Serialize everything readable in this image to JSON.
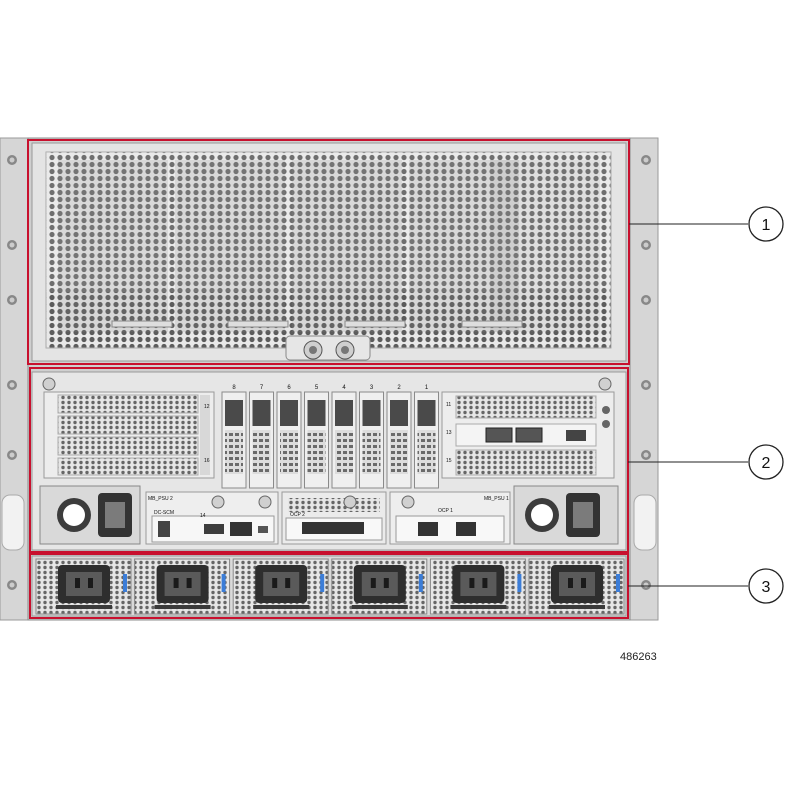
{
  "figure_id": "486263",
  "colors": {
    "callout_box": "#c8102e",
    "chassis": "#d4d4d4",
    "grille": "#6d6d6d",
    "panel": "#ececec"
  },
  "callouts": [
    {
      "label": "1",
      "target": "top-fan-grille"
    },
    {
      "label": "2",
      "target": "rear-io-module"
    },
    {
      "label": "3",
      "target": "psu-bay"
    }
  ],
  "slots": {
    "gpu_slot_labels": [
      "8",
      "7",
      "6",
      "5",
      "4",
      "3",
      "2",
      "1"
    ],
    "left_riser_labels": [
      "12",
      "16"
    ],
    "right_riser_labels": [
      "11",
      "13",
      "15"
    ]
  },
  "module_labels": {
    "mb_psu_left": "MB_PSU 2",
    "mb_psu_right": "MB_PSU 1",
    "dc_scm": "DC-SCM",
    "ocp_left": "OCP 2",
    "ocp_right": "OCP 1",
    "port_14": "14"
  },
  "psu_count": 6
}
